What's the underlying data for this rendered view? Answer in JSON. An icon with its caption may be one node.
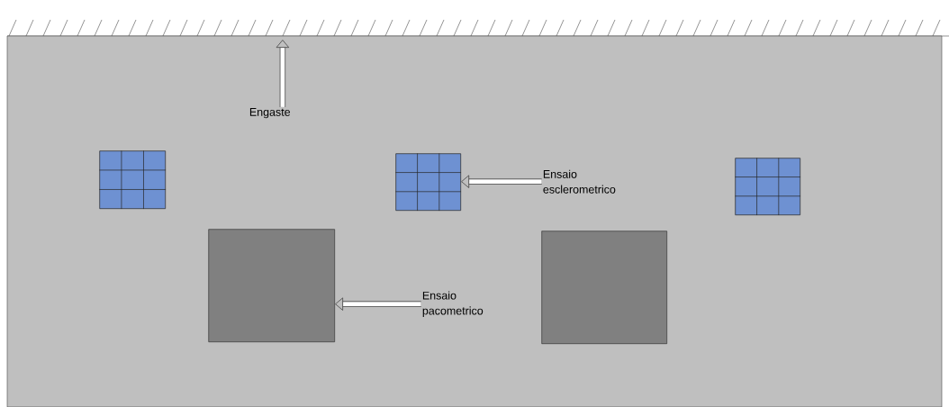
{
  "diagram": {
    "nodes": [
      {
        "text": [],
        "shape": "box"
      },
      {
        "text": [
          "Engaste"
        ],
        "in": 0
      },
      {
        "text": [],
        "shape": "box",
        "in": 0
      },
      {
        "text": [],
        "shape": "box",
        "in": 0
      },
      {
        "text": [
          "Ensaio esclerometrico"
        ],
        "in": 0
      },
      {
        "text": [],
        "shape": "box",
        "in": 0
      },
      {
        "text": [],
        "shape": "box",
        "in": 0
      },
      {
        "text": [
          "Ensaio pacometrico"
        ],
        "in": 0
      },
      {
        "text": [],
        "shape": "box",
        "in": 0
      }
    ],
    "edges": [
      {
        "from": 1,
        "to": null,
        "arrow": "to"
      },
      {
        "from": 4,
        "to": 3,
        "arrow": "to"
      },
      {
        "from": 7,
        "to": 6,
        "arrow": "to"
      }
    ]
  }
}
